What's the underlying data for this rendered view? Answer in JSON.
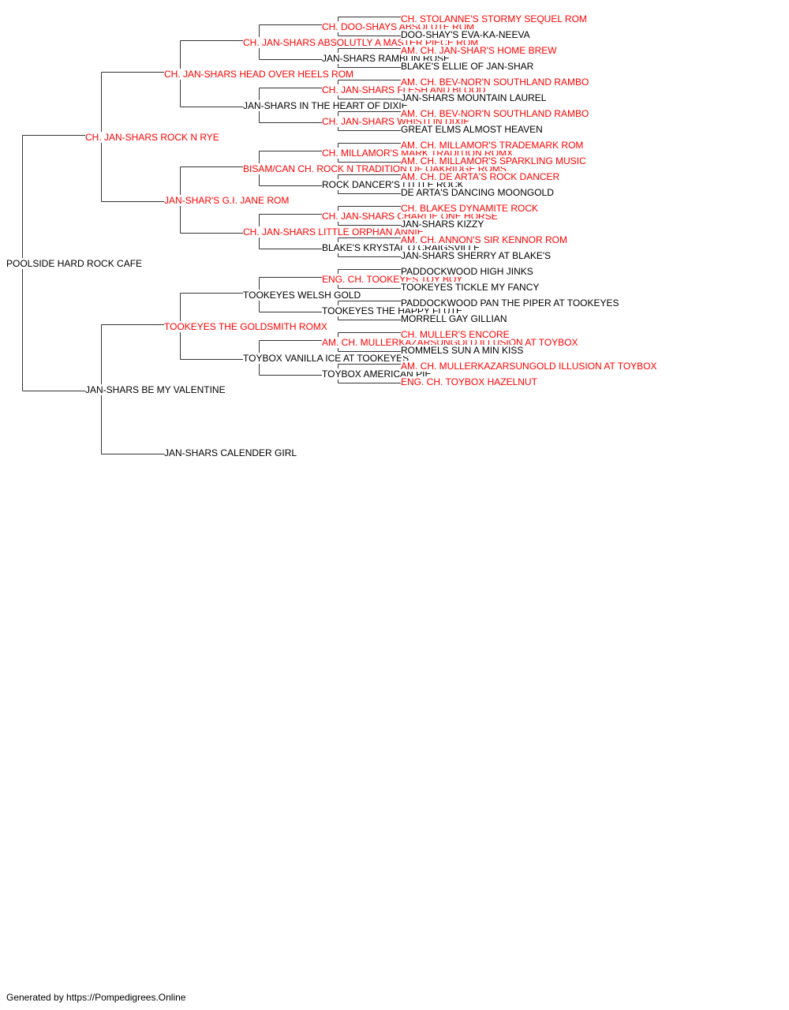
{
  "colors": {
    "champion": "#ff0000",
    "normal": "#000000",
    "line": "#333333"
  },
  "pedigree": {
    "name": "POOLSIDE HARD ROCK CAFE",
    "champion": false,
    "sire": {
      "name": "CH. JAN-SHARS ROCK N RYE",
      "champion": true,
      "sire": {
        "name": "CH. JAN-SHARS HEAD OVER HEELS ROM",
        "champion": true,
        "sire": {
          "name": "CH. JAN-SHARS ABSOLUTLY A MASTER PIECE ROM",
          "champion": true,
          "sire": {
            "name": "CH. DOO-SHAYS ABSOLUTE ROM",
            "champion": true,
            "sire": {
              "name": "CH. STOLANNE'S STORMY SEQUEL ROM",
              "champion": true
            },
            "dam": {
              "name": "DOO-SHAY'S EVA-KA-NEEVA",
              "champion": false
            }
          },
          "dam": {
            "name": "JAN-SHARS RAMBLIN ROSE",
            "champion": false,
            "sire": {
              "name": "AM. CH. JAN-SHAR'S HOME BREW",
              "champion": true
            },
            "dam": {
              "name": "BLAKE'S ELLIE OF JAN-SHAR",
              "champion": false
            }
          }
        },
        "dam": {
          "name": "JAN-SHARS IN THE HEART OF DIXIE",
          "champion": false,
          "sire": {
            "name": "CH. JAN-SHARS FLESH AND BLOOD",
            "champion": true,
            "sire": {
              "name": "AM. CH. BEV-NOR'N SOUTHLAND RAMBO",
              "champion": true
            },
            "dam": {
              "name": "JAN-SHARS MOUNTAIN LAUREL",
              "champion": false
            }
          },
          "dam": {
            "name": "CH. JAN-SHARS WHISTLIN DIXIE",
            "champion": true,
            "sire": {
              "name": "AM. CH. BEV-NOR'N SOUTHLAND RAMBO",
              "champion": true
            },
            "dam": {
              "name": "GREAT ELMS ALMOST HEAVEN",
              "champion": false
            }
          }
        }
      },
      "dam": {
        "name": "JAN-SHAR'S G.I. JANE ROM",
        "champion": true,
        "sire": {
          "name": "BISAM/CAN CH. ROCK N TRADITION OF OAKRIDGE ROMS",
          "champion": true,
          "sire": {
            "name": "CH. MILLAMOR'S MARK TRADITION ROMX",
            "champion": true,
            "sire": {
              "name": "AM. CH. MILLAMOR'S TRADEMARK ROM",
              "champion": true
            },
            "dam": {
              "name": "AM. CH. MILLAMOR'S SPARKLING MUSIC",
              "champion": true
            }
          },
          "dam": {
            "name": "ROCK DANCER'S LITTLE ROCK",
            "champion": false,
            "sire": {
              "name": "AM. CH. DE ARTA'S ROCK DANCER",
              "champion": true
            },
            "dam": {
              "name": "DE ARTA'S DANCING MOONGOLD",
              "champion": false
            }
          }
        },
        "dam": {
          "name": "CH. JAN-SHARS LITTLE ORPHAN ANNIE",
          "champion": true,
          "sire": {
            "name": "CH. JAN-SHARS CHARLIE ONE HORSE",
            "champion": true,
            "sire": {
              "name": "CH. BLAKES DYNAMITE ROCK",
              "champion": true
            },
            "dam": {
              "name": "JAN-SHARS KIZZY",
              "champion": false
            }
          },
          "dam": {
            "name": "BLAKE'S KRYSTAL O CRAIGSVILLE",
            "champion": false,
            "sire": {
              "name": "AM. CH. ANNON'S SIR KENNOR ROM",
              "champion": true
            },
            "dam": {
              "name": "JAN-SHARS SHERRY AT BLAKE'S",
              "champion": false
            }
          }
        }
      }
    },
    "dam": {
      "name": "JAN-SHARS BE MY VALENTINE",
      "champion": false,
      "sire": {
        "name": "TOOKEYES THE GOLDSMITH ROMX",
        "champion": true,
        "sire": {
          "name": "TOOKEYES WELSH GOLD",
          "champion": false,
          "sire": {
            "name": "ENG. CH. TOOKEYES TOY BOY",
            "champion": true,
            "sire": {
              "name": "PADDOCKWOOD HIGH JINKS",
              "champion": false
            },
            "dam": {
              "name": "TOOKEYES TICKLE MY FANCY",
              "champion": false
            }
          },
          "dam": {
            "name": "TOOKEYES THE HAPPY FLUTE",
            "champion": false,
            "sire": {
              "name": "PADDOCKWOOD PAN THE PIPER AT TOOKEYES",
              "champion": false
            },
            "dam": {
              "name": "MORRELL GAY GILLIAN",
              "champion": false
            }
          }
        },
        "dam": {
          "name": "TOYBOX VANILLA ICE AT TOOKEYES",
          "champion": false,
          "sire": {
            "name": "AM. CH. MULLERKAZARSUNGOLD ILLUSION AT TOYBOX",
            "champion": true,
            "sire": {
              "name": "CH. MULLER'S ENCORE",
              "champion": true
            },
            "dam": {
              "name": "ROMMELS SUN A MIN KISS",
              "champion": false
            }
          },
          "dam": {
            "name": "TOYBOX AMERICAN PIE",
            "champion": false,
            "sire": {
              "name": "AM. CH. MULLERKAZARSUNGOLD ILLUSION AT TOYBOX",
              "champion": true
            },
            "dam": {
              "name": "ENG. CH. TOYBOX HAZELNUT",
              "champion": true
            }
          }
        }
      },
      "dam": {
        "name": "JAN-SHARS CALENDER GIRL",
        "champion": false
      }
    }
  },
  "footer": "Generated by https://Pompedigrees.Online"
}
